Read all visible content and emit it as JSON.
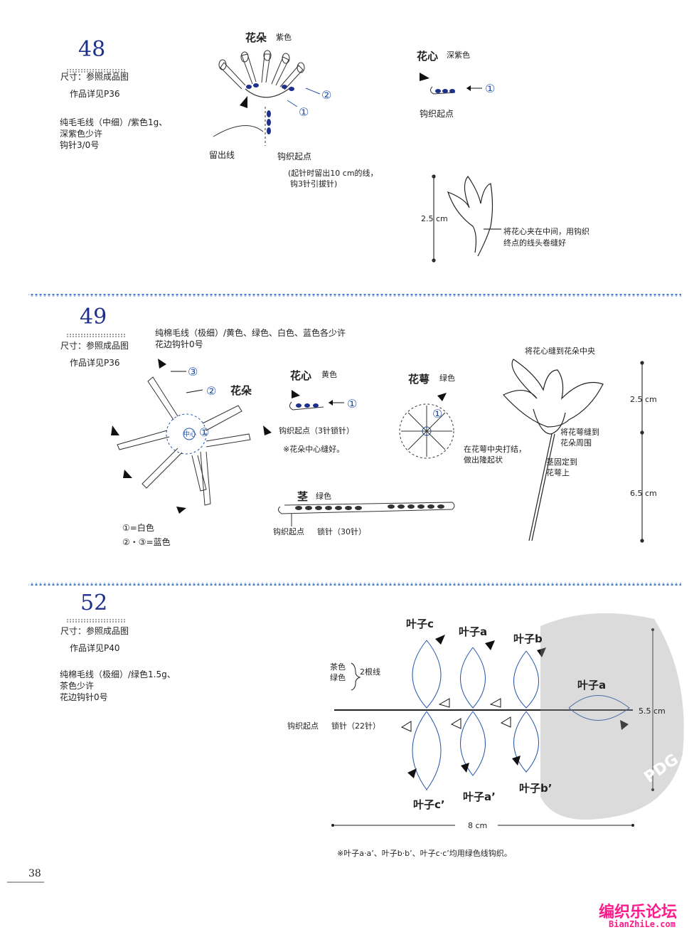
{
  "p48": {
    "number": "48",
    "size": "尺寸：参照成品图",
    "ref": "作品详见P36",
    "mat1": "纯毛毛线（中细）/紫色1g、",
    "mat2": "深紫色少许",
    "mat3": "钩针3/0号",
    "flower_title": "花朵",
    "flower_color": "紫色",
    "center_title": "花心",
    "center_color": "深紫色",
    "leave_yarn": "留出线",
    "start": "钩织起点",
    "start2": "钩织起点",
    "note1": "(起针时留出10 cm的线，",
    "note2": "钩3针引拔针)",
    "dim": "2.5 cm",
    "assembly1": "将花心夹在中间，用钩织",
    "assembly2": "终点的线头卷缝好"
  },
  "p49": {
    "number": "49",
    "size": "尺寸：参照成品图",
    "ref": "作品详见P36",
    "mat1": "纯棉毛线（极细）/黄色、绿色、白色、蓝色各少许",
    "mat2": "花边钩针0号",
    "flower_title": "花朵",
    "center_title": "花心",
    "center_color": "黄色",
    "center_start": "钩织起点（3针锁针）",
    "center_note": "※花朵中心缝好。",
    "calyx_title": "花萼",
    "calyx_color": "绿色",
    "stem_title": "茎",
    "stem_color": "绿色",
    "stem_start": "钩织起点",
    "stem_chain": "锁针（30针）",
    "legend1": "①=白色",
    "legend2": "②・③=蓝色",
    "asm1": "将花心缝到花朵中央",
    "asm2a": "将花萼缝到",
    "asm2b": "花朵周围",
    "asm3a": "在花萼中央打结，",
    "asm3b": "做出隆起状",
    "asm4a": "茎固定到",
    "asm4b": "花萼上",
    "dim1": "2.5 cm",
    "dim2": "6.5 cm",
    "center_mark": "中心"
  },
  "p52": {
    "number": "52",
    "size": "尺寸：参照成品图",
    "ref": "作品详见P40",
    "mat1": "纯棉毛线（极细）/绿色1.5g、",
    "mat2": "茶色少许",
    "mat3": "花边钩针0号",
    "yarn1": "茶色",
    "yarn2": "绿色",
    "two_strands": "2根线",
    "start": "钩织起点",
    "chain": "锁针（22针）",
    "leaf_c": "叶子c",
    "leaf_a": "叶子a",
    "leaf_b": "叶子b",
    "leaf_a2": "叶子a",
    "leaf_c2": "叶子c’",
    "leaf_a3": "叶子a’",
    "leaf_b2": "叶子b’",
    "dim_w": "8 cm",
    "dim_h": "5.5 cm",
    "note": "※叶子a·a’、叶子b·b’、叶子c·c’均用绿色线钩织。"
  },
  "markers": {
    "m1": "①",
    "m2": "②",
    "m3": "③"
  },
  "page_number": "38",
  "watermark1": "编织乐论坛",
  "watermark2": "BianZhiLe.com",
  "watermark_pdg": "PDG"
}
